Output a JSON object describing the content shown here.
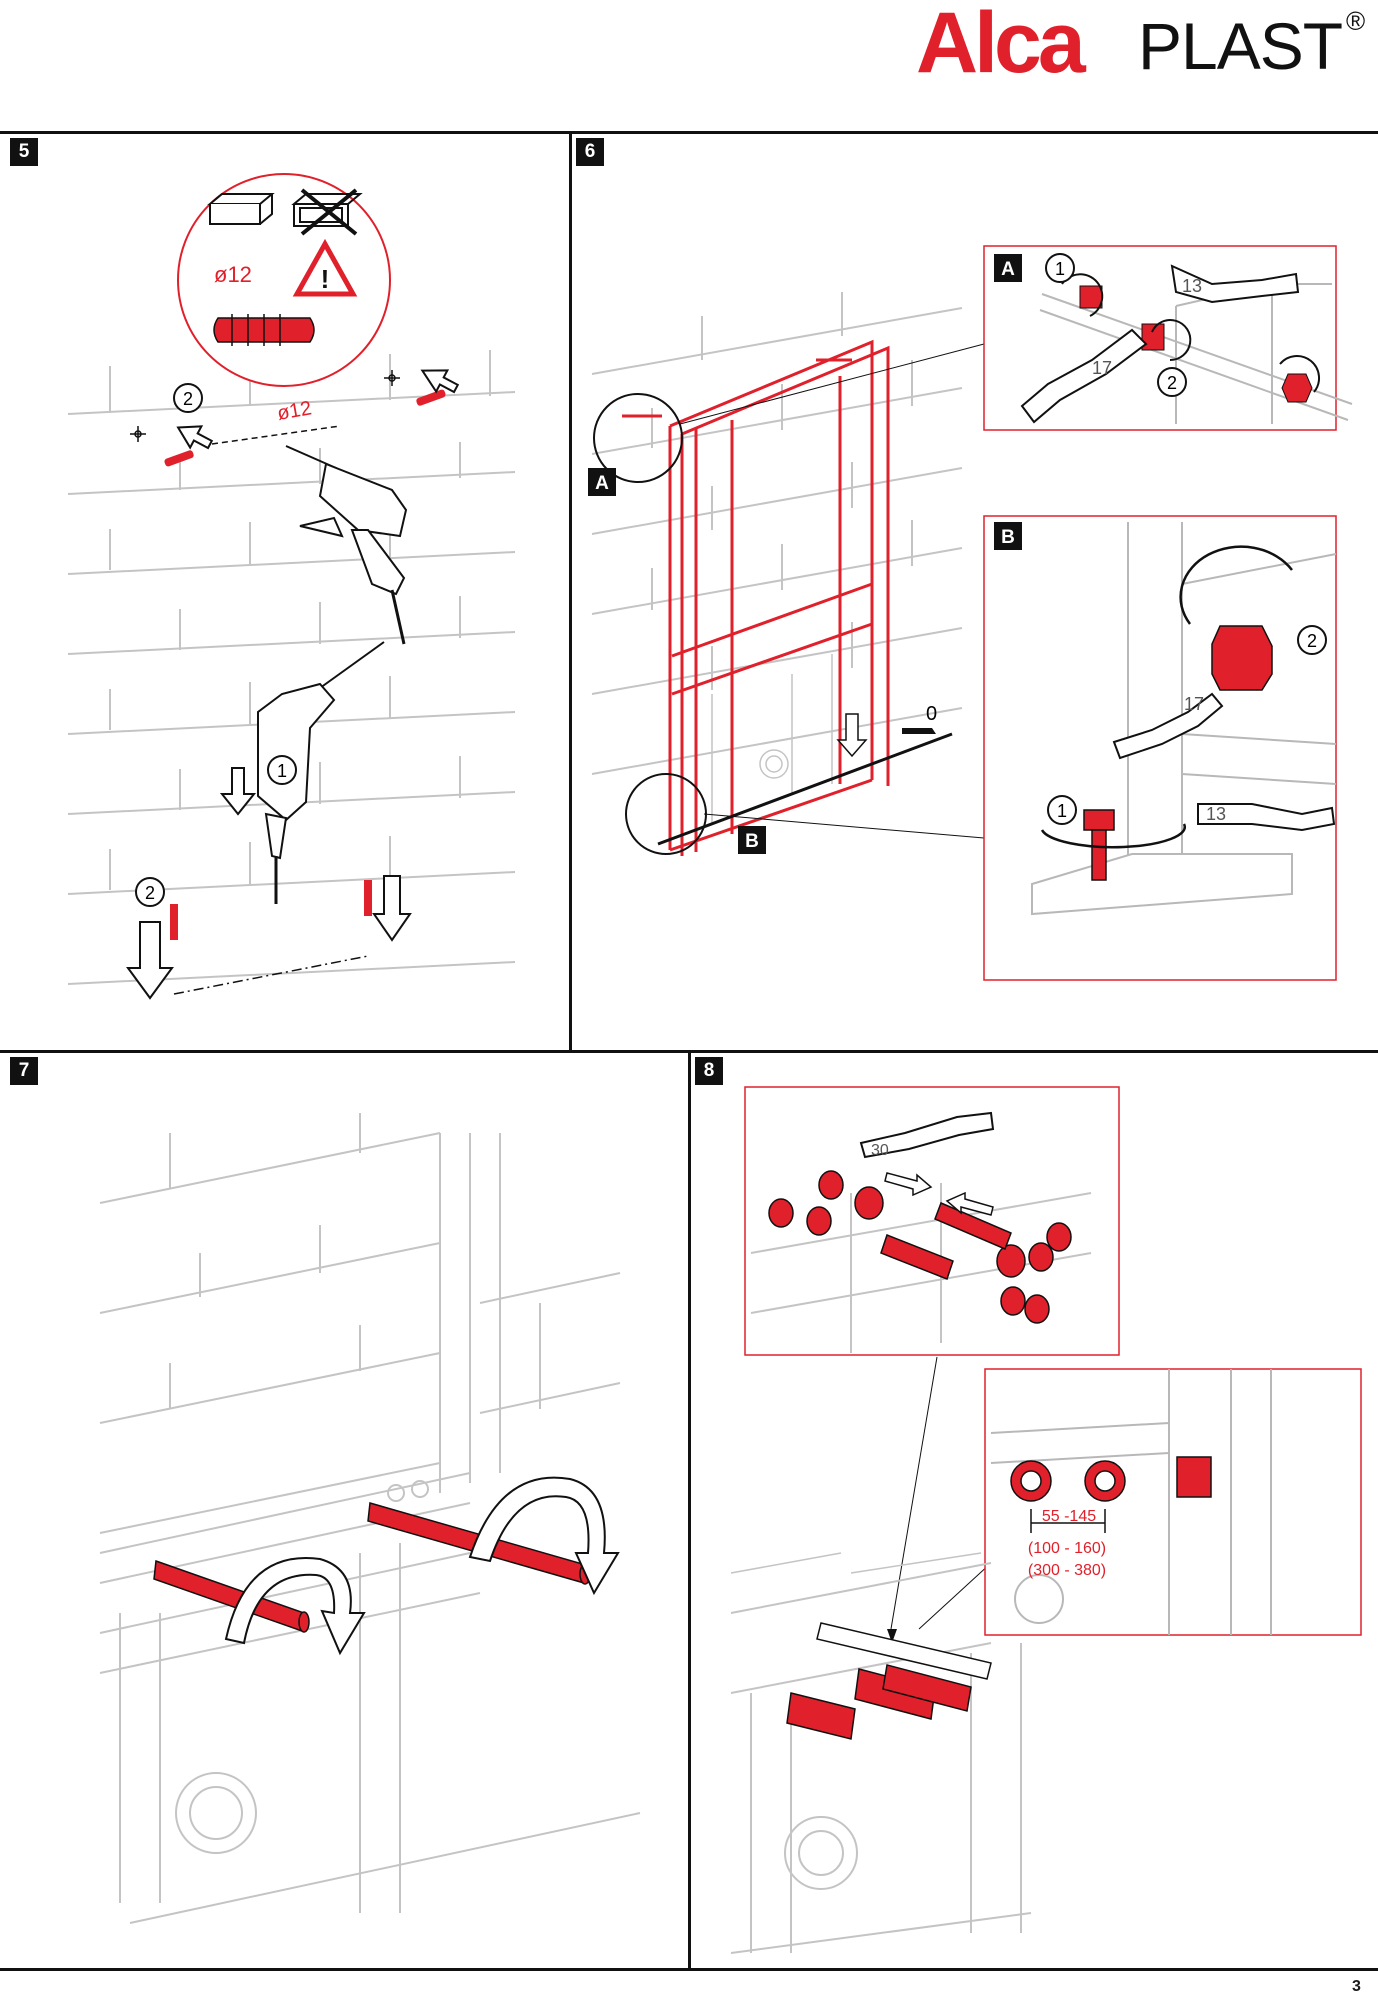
{
  "brand": {
    "part1": "Alca",
    "part2": "PLAST",
    "reg": "®"
  },
  "colors": {
    "accent": "#e0202b",
    "line": "#111111",
    "sketch": "#b8b8b8"
  },
  "steps": [
    {
      "number": "5",
      "drill_diameter": "ø12",
      "drill_mark": "ø12",
      "callout_1": "1",
      "callout_2": "2",
      "callout_2b": "2",
      "warning_icon": "warning-triangle-icon"
    },
    {
      "number": "6",
      "label_a": "A",
      "label_b": "B",
      "zero_mark": "0",
      "detail_a": {
        "label": "A",
        "step_1": "1",
        "step_2": "2",
        "wrench_a": "13",
        "wrench_b": "17"
      },
      "detail_b": {
        "label": "B",
        "step_1": "1",
        "step_2": "2",
        "wrench_a": "17",
        "wrench_b": "13"
      }
    },
    {
      "number": "7"
    },
    {
      "number": "8",
      "wrench_size": "30",
      "dim_1": "55 -145",
      "dim_2": "(100 - 160)",
      "dim_3": "(300 - 380)"
    }
  ],
  "page_number": "3"
}
